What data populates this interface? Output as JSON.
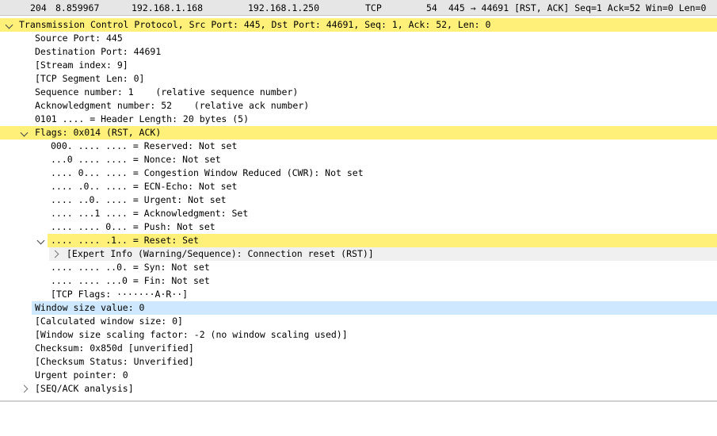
{
  "packet": {
    "no": "204",
    "time": "8.859967",
    "source": "192.168.1.168",
    "destination": "192.168.1.250",
    "protocol": "TCP",
    "length": "54",
    "info": "445 → 44691 [RST, ACK] Seq=1 Ack=52 Win=0 Len=0"
  },
  "tree": {
    "tcp_header": "Transmission Control Protocol, Src Port: 445, Dst Port: 44691, Seq: 1, Ack: 52, Len: 0",
    "source_port": "Source Port: 445",
    "destination_port": "Destination Port: 44691",
    "stream_index": "[Stream index: 9]",
    "segment_len": "[TCP Segment Len: 0]",
    "seq_number": "Sequence number: 1    (relative sequence number)",
    "ack_number": "Acknowledgment number: 52    (relative ack number)",
    "header_length": "0101 .... = Header Length: 20 bytes (5)",
    "flags_header": "Flags: 0x014 (RST, ACK)",
    "flag_reserved": "000. .... .... = Reserved: Not set",
    "flag_nonce": "...0 .... .... = Nonce: Not set",
    "flag_cwr": ".... 0... .... = Congestion Window Reduced (CWR): Not set",
    "flag_ecn": ".... .0.. .... = ECN-Echo: Not set",
    "flag_urgent": ".... ..0. .... = Urgent: Not set",
    "flag_ack": ".... ...1 .... = Acknowledgment: Set",
    "flag_push": ".... .... 0... = Push: Not set",
    "flag_reset": ".... .... .1.. = Reset: Set",
    "expert_info": "[Expert Info (Warning/Sequence): Connection reset (RST)]",
    "flag_syn": ".... .... ..0. = Syn: Not set",
    "flag_fin": ".... .... ...0 = Fin: Not set",
    "tcp_flags": "[TCP Flags: ·······A·R··]",
    "window_size": "Window size value: 0",
    "calc_window": "[Calculated window size: 0]",
    "window_scaling": "[Window size scaling factor: -2 (no window scaling used)]",
    "checksum": "Checksum: 0x850d [unverified]",
    "checksum_status": "[Checksum Status: Unverified]",
    "urgent_pointer": "Urgent pointer: 0",
    "seq_ack": "[SEQ/ACK analysis]"
  },
  "colors": {
    "highlight_yellow": "#fff07a",
    "highlight_blue": "#cde8ff",
    "packet_row": "#e6e6e6"
  },
  "icons": {
    "expanded": "chevron-down-icon",
    "collapsed": "chevron-right-icon"
  }
}
